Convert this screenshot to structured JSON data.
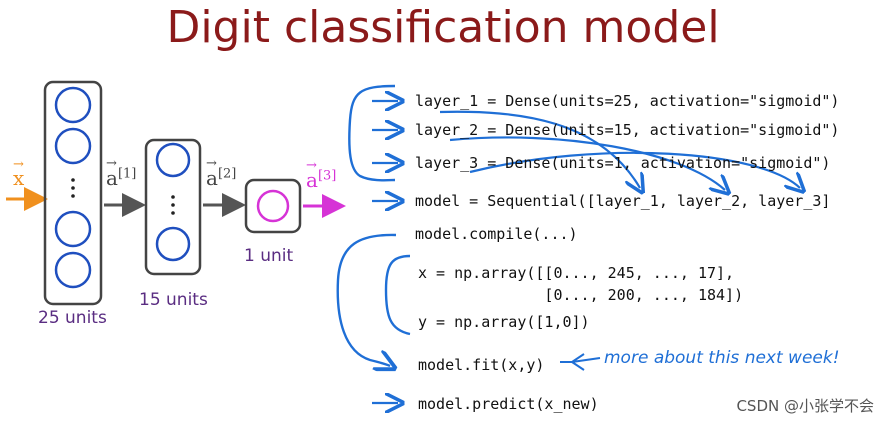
{
  "title": "Digit classification model",
  "network": {
    "input_label": "x",
    "layer1_units": "25 units",
    "layer2_units": "15 units",
    "layer3_units": "1 unit",
    "act1": "a",
    "act1_sup": "[1]",
    "act2": "a",
    "act2_sup": "[2]",
    "act3": "a",
    "act3_sup": "[3]"
  },
  "code": {
    "line1": "layer_1 = Dense(units=25, activation=\"sigmoid\")",
    "line2": "layer_2 = Dense(units=15, activation=\"sigmoid\")",
    "line3": "layer_3 = Dense(units=1, activation=\"sigmoid\")",
    "line4": "model = Sequential([layer_1, layer_2, layer_3]",
    "line5": "model.compile(...)",
    "line6": "x = np.array([[0..., 245, ..., 17],",
    "line7": "              [0..., 200, ..., 184])",
    "line8": "y = np.array([1,0])",
    "line9": "model.fit(x,y)",
    "line10": "model.predict(x_new)"
  },
  "annotation": "more about this next week!",
  "watermark": "CSDN @小张学不会",
  "colors": {
    "title": "#8b1a1a",
    "neuron": "#1f4fbf",
    "output_neuron": "#d633d6",
    "input_arrow": "#f0901e",
    "ink": "#1f6fd6"
  }
}
